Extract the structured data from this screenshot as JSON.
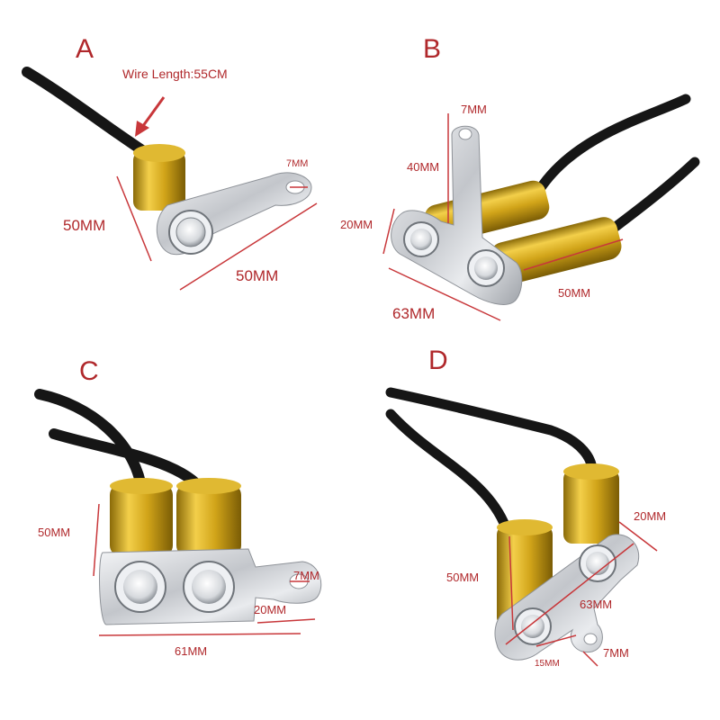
{
  "colors": {
    "panel_letter": "#b0282b",
    "dimension_text": "#b0282b",
    "dimension_line": "#c8373a",
    "wire": "#161616",
    "gold": "#d1a419",
    "chrome": "#cfd2d6",
    "button_ring": "#eef0f3"
  },
  "panels": {
    "a": {
      "letter": "A",
      "wire_note": "Wire Length:55CM",
      "dim_hole": "7MM",
      "dim_height": "50MM",
      "dim_length": "50MM"
    },
    "b": {
      "letter": "B",
      "dim_hole": "7MM",
      "dim_tab": "40MM",
      "dim_height": "20MM",
      "dim_width": "63MM",
      "dim_barrel": "50MM"
    },
    "c": {
      "letter": "C",
      "dim_height": "50MM",
      "dim_hole": "7MM",
      "dim_tab": "20MM",
      "dim_width": "61MM"
    },
    "d": {
      "letter": "D",
      "dim_diameter": "20MM",
      "dim_height": "50MM",
      "dim_width": "63MM",
      "dim_spacing": "15MM",
      "dim_hole": "7MM"
    }
  }
}
